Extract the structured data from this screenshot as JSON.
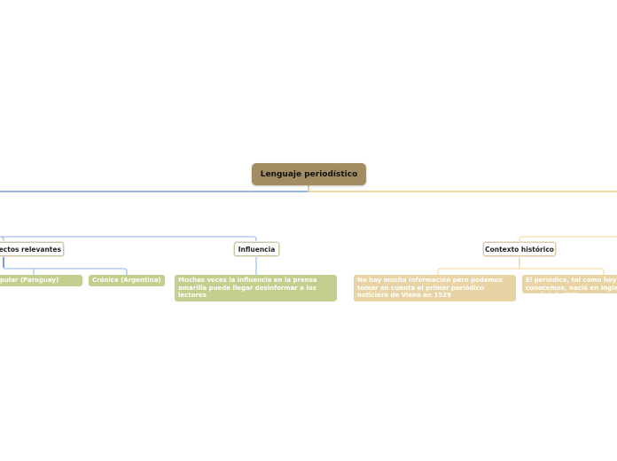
{
  "root": {
    "label": "Lenguaje periodístico"
  },
  "branches": {
    "aspectos": {
      "label": "Aspectos relevantes"
    },
    "influencia": {
      "label": "Influencia"
    },
    "contexto": {
      "label": "Contexto histórico"
    }
  },
  "leaves": {
    "diario": "Diario popular (Paraguay)",
    "cronica": "Crónica (Argentina)",
    "muchas": "Muchas veces la influencia en la prensa amarilla puede llegar  desinformar a los lectores",
    "nohay": "No hay mucha información pero podemos tomar en cuenta el primer periódico noticiero de Viena en 1529",
    "elperiodico": "El periódico, tal como hoy lo conocemos, nació en Inglaterra, en el siglo XVII"
  },
  "colors": {
    "root_fill": "#a38b62",
    "left_connector": "#5b8fd6",
    "right_connector": "#f0c070",
    "green_leaf": "#c2cf8e",
    "tan_leaf": "#e8d3a5"
  }
}
